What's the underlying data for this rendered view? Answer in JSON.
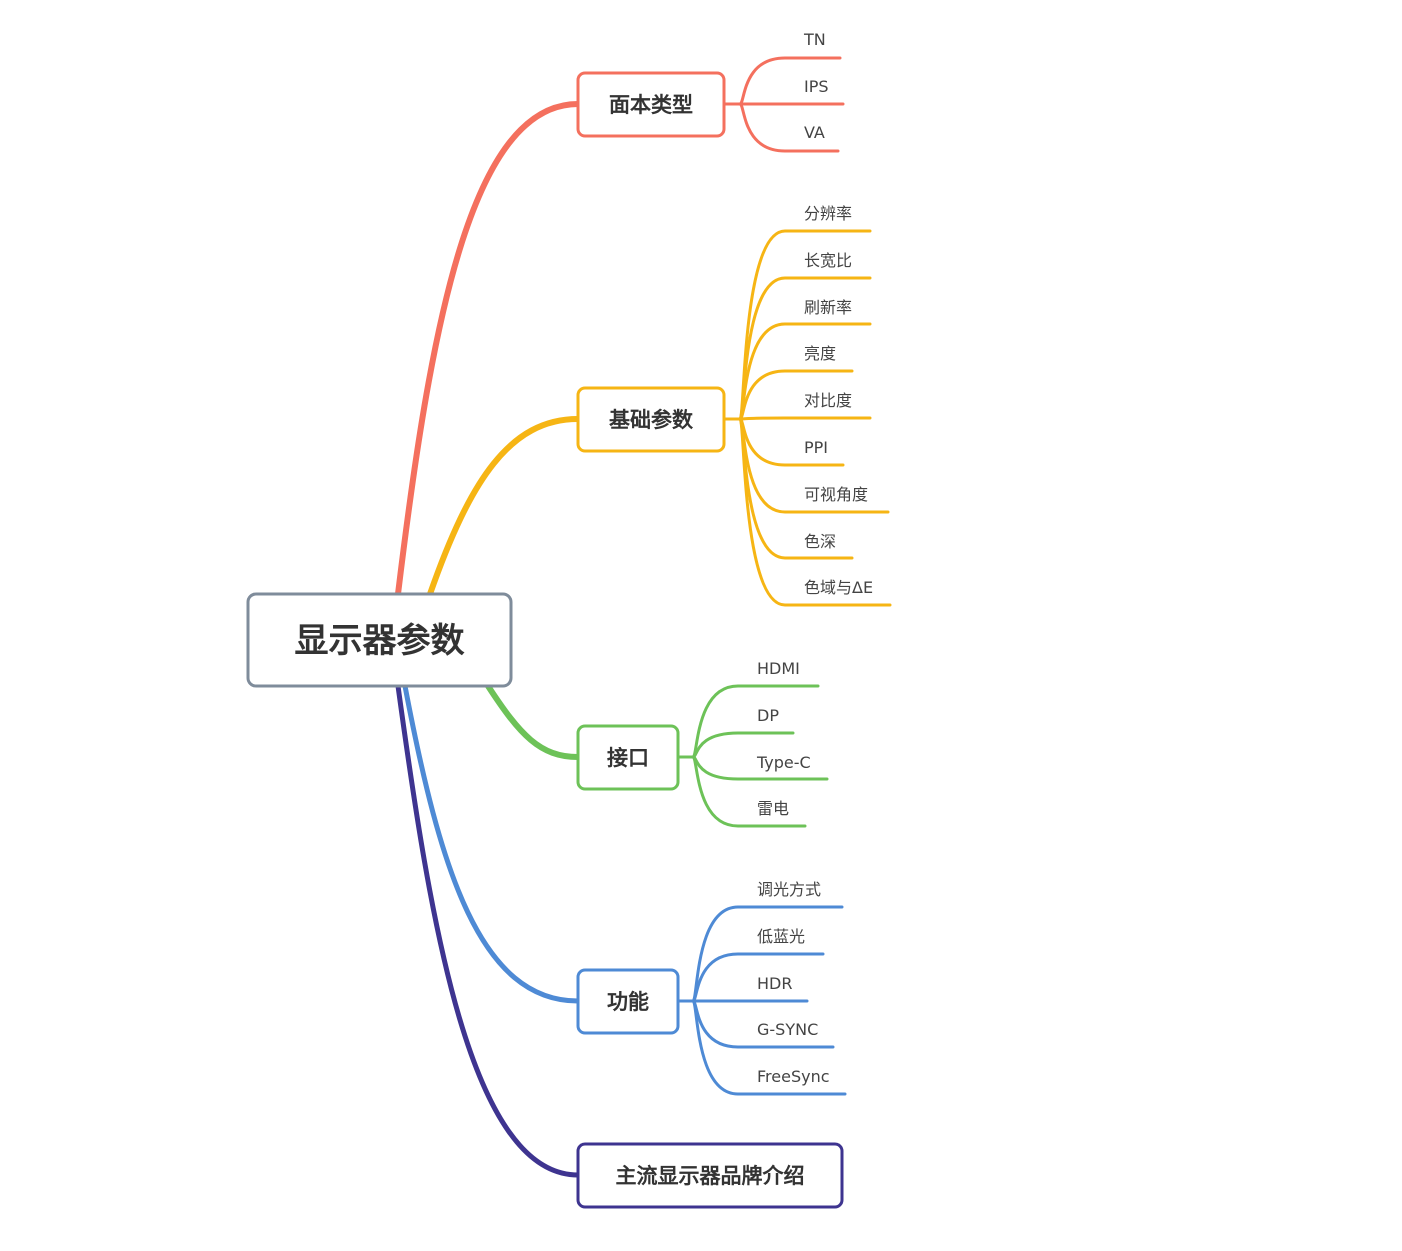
{
  "root": {
    "label": "显示器参数",
    "color": "#7f8c9b"
  },
  "branches": [
    {
      "label": "面本类型",
      "color": "#f4705e",
      "children": [
        "TN",
        "IPS",
        "VA"
      ]
    },
    {
      "label": "基础参数",
      "color": "#f6b514",
      "children": [
        "分辨率",
        "长宽比",
        "刷新率",
        "亮度",
        "对比度",
        "PPI",
        "可视角度",
        "色深",
        "色域与ΔE"
      ]
    },
    {
      "label": "接口",
      "color": "#6dc258",
      "children": [
        "HDMI",
        "DP",
        "Type-C",
        "雷电"
      ]
    },
    {
      "label": "功能",
      "color": "#4e8ad5",
      "children": [
        "调光方式",
        "低蓝光",
        "HDR",
        "G-SYNC",
        "FreeSync"
      ]
    },
    {
      "label": "主流显示器品牌介绍",
      "color": "#3e3490",
      "children": []
    }
  ]
}
